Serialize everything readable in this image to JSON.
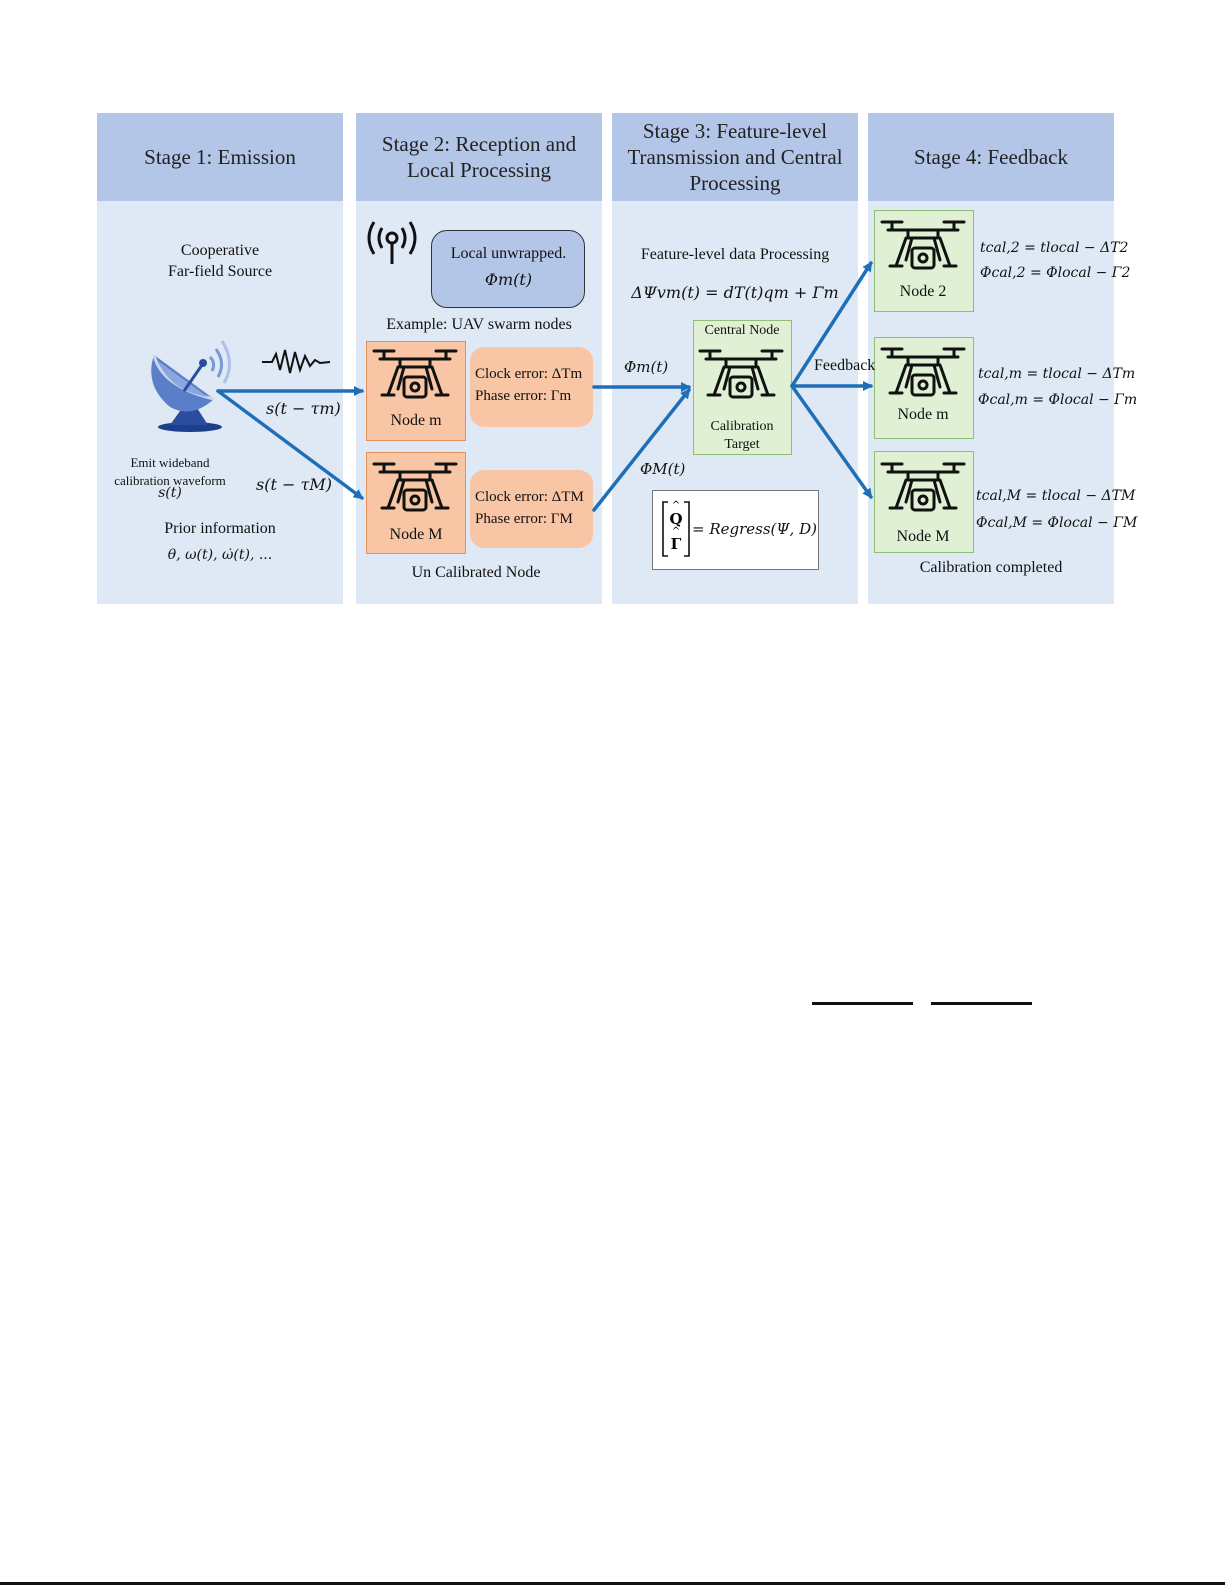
{
  "stages": [
    {
      "title": "Stage 1: Emission"
    },
    {
      "title": "Stage 2: Reception and Local Processing"
    },
    {
      "title": "Stage 3: Feature-level Transmission and Central Processing"
    },
    {
      "title": "Stage 4: Feedback"
    }
  ],
  "stage1": {
    "source_line1": "Cooperative",
    "source_line2": "Far-field Source",
    "emit_line1": "Emit wideband",
    "emit_line2": "calibration waveform",
    "emit_signal": "s(t)",
    "signal_m": "s(t − τm)",
    "signal_M": "s(t − τM)",
    "prior_title": "Prior information",
    "prior_values": "θ, ω(t), ω̇(t), ..."
  },
  "stage2": {
    "local_line1": "Local unwrapped.",
    "local_line2": "Φm(t)",
    "example_label": "Example: UAV swarm nodes",
    "node_m_label": "Node m",
    "node_M_label": "Node M",
    "clock_err_m": "Clock error: ΔTm",
    "phase_err_m": "Phase error: Γm",
    "clock_err_M": "Clock error: ΔTM",
    "phase_err_M": "Phase error: ΓM",
    "footer": "Un Calibrated Node"
  },
  "stage3": {
    "feature_title": "Feature-level data Processing",
    "feature_eq": "ΔΨvm(t) = dT(t)qm + Γm",
    "phi_m": "Φm(t)",
    "phi_M": "ΦM(t)",
    "central_title": "Central Node",
    "central_line1": "Calibration",
    "central_line2": "Target",
    "regress_eq": "= Regress(Ψ, D)"
  },
  "stage4": {
    "feedback_label": "Feedback",
    "node2_label": "Node 2",
    "nodem_label": "Node m",
    "nodeM_label": "Node M",
    "eq_t2": "tcal,2 = tlocal − ΔT2",
    "eq_phi2": "Φcal,2 = Φlocal − Γ2",
    "eq_tm": "tcal,m = tlocal − ΔTm",
    "eq_phim": "Φcal,m = Φlocal − Γm",
    "eq_tM": "tcal,M = tlocal − ΔTM",
    "eq_phiM": "Φcal,M = Φlocal − ΓM",
    "footer": "Calibration completed"
  },
  "colors": {
    "header": "#b4c6e7",
    "panel": "#dfe9f5",
    "node_orange": "#f8c6a4",
    "node_green": "#dff0d4",
    "arrow": "#1f6fb8"
  }
}
